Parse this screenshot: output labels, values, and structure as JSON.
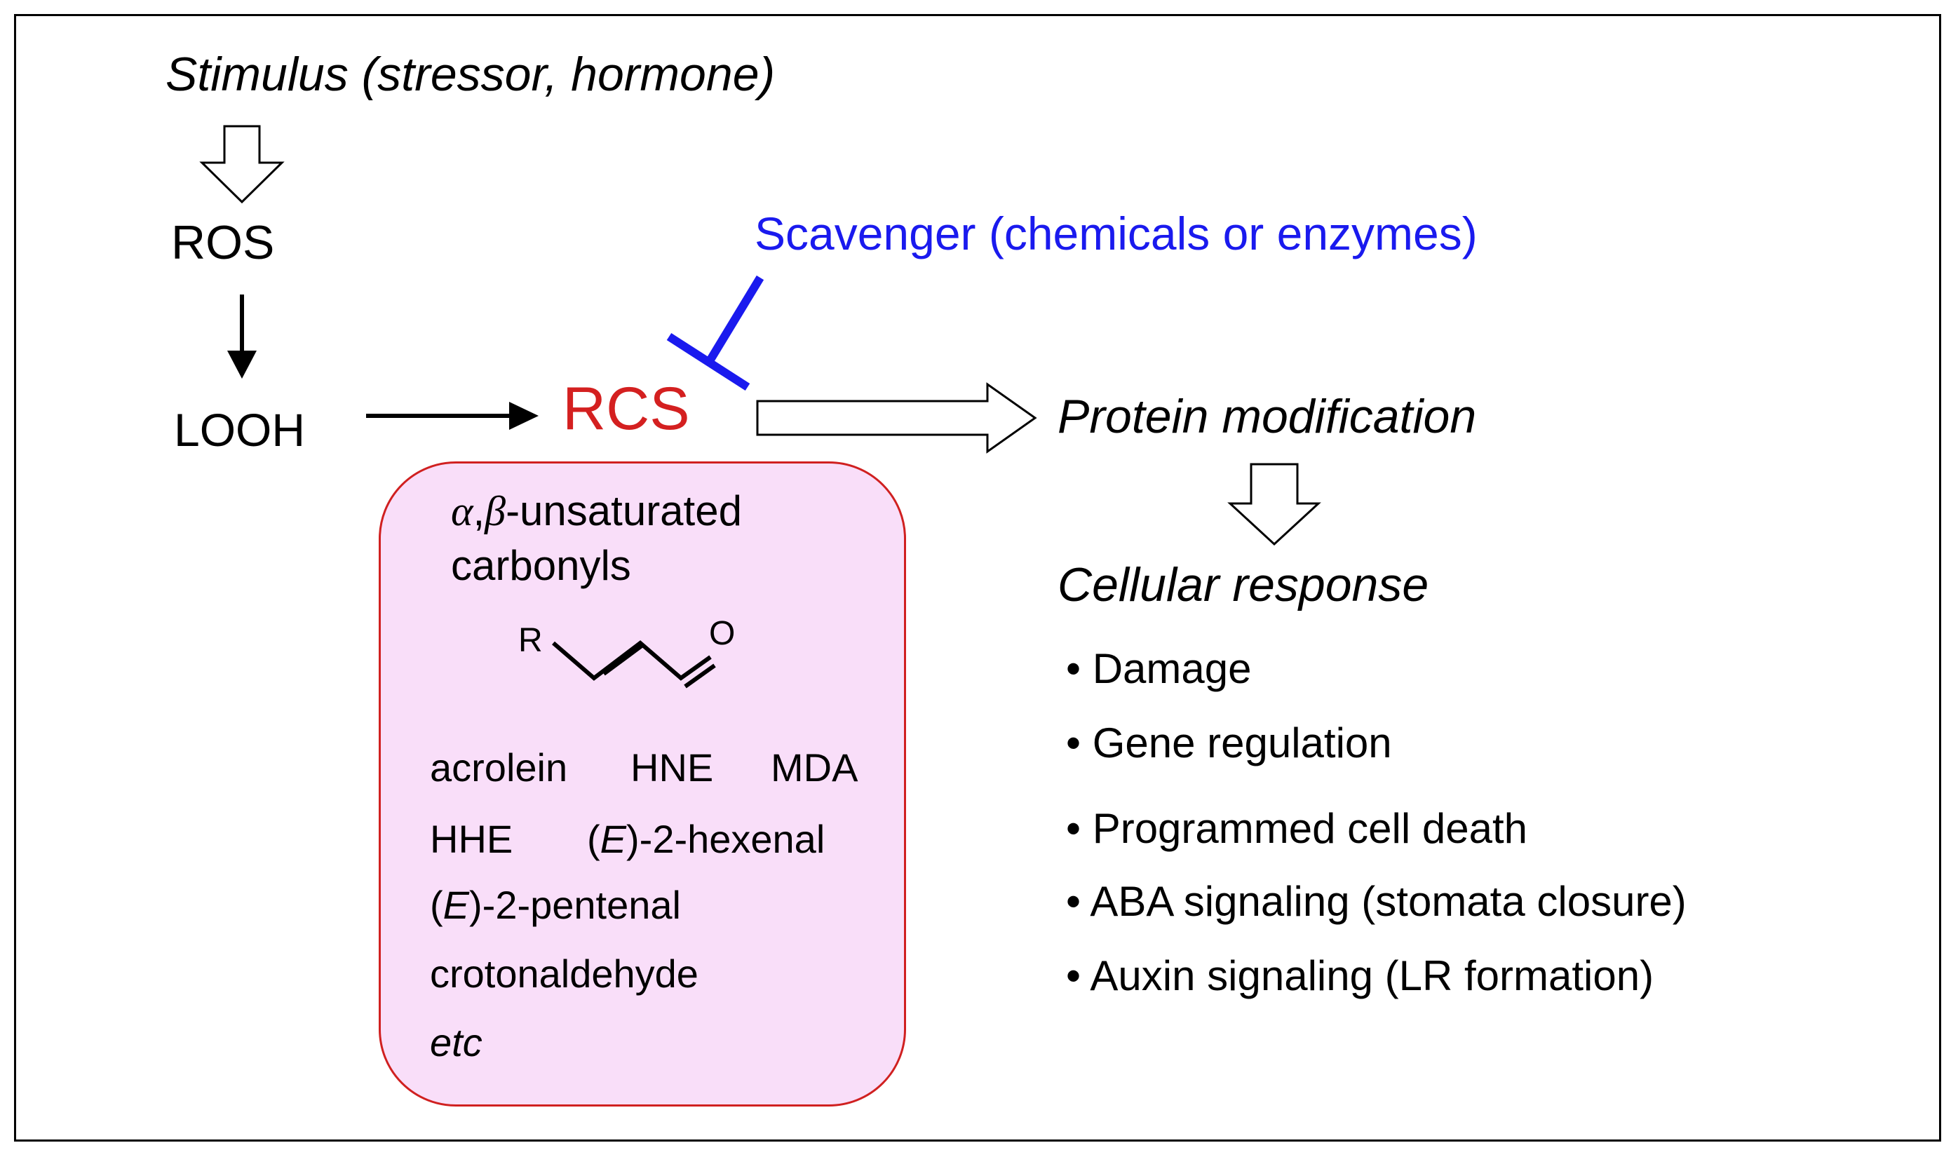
{
  "stimulus": "Stimulus (stressor, hormone)",
  "ros": "ROS",
  "looh": "LOOH",
  "rcs": "RCS",
  "scavenger": "Scavenger (chemicals or enzymes)",
  "protein_modification": "Protein modification",
  "cellular_response": "Cellular response",
  "responses": [
    "Damage",
    "Gene regulation",
    "Programmed cell death",
    "ABA signaling (stomata closure)",
    "Auxin signaling (LR formation)"
  ],
  "rcs_box": {
    "alpha": "α",
    "comma": ",",
    "beta": "β",
    "line1_rest": "-unsaturated",
    "line2": "carbonyls",
    "struct_r": "R",
    "struct_o": "O",
    "acrolein": "acrolein",
    "hne": "HNE",
    "mda": "MDA",
    "hhe": "HHE",
    "paren_open": "(",
    "e": "E",
    "hexenal_rest": ")-2-hexenal",
    "pentenal_rest": ")-2-pentenal",
    "crotonaldehyde": "crotonaldehyde",
    "etc": "etc"
  },
  "colors": {
    "rcs": "#d42020",
    "scavenger": "#1a1aee",
    "box_fill": "#f9def9",
    "box_border": "#d02020"
  }
}
